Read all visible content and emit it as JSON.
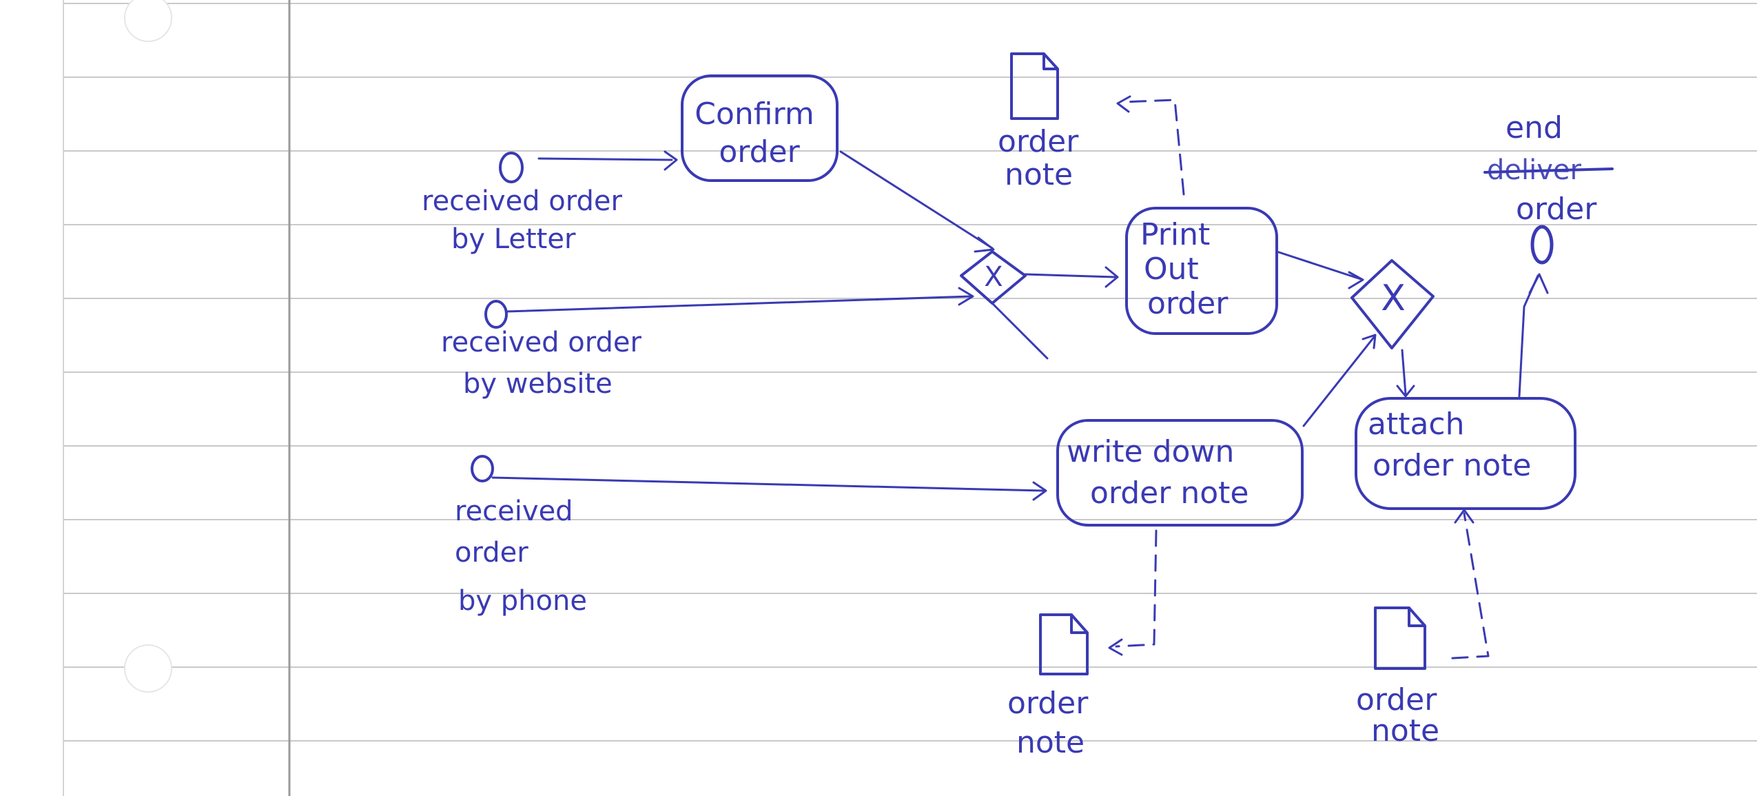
{
  "ink_color": "#3a3ab4",
  "paper": {
    "background": "#ffffff",
    "rule_color": "#c9c9c9",
    "margin_color": "#9a9a9a",
    "hole_color": "#ffffff"
  },
  "events": {
    "start_letter": {
      "label_lines": [
        "received order",
        "by Letter"
      ]
    },
    "start_website": {
      "label_lines": [
        "received order",
        "by website"
      ]
    },
    "start_phone": {
      "label_lines": [
        "received",
        "order",
        "by phone"
      ]
    },
    "end": {
      "label_lines": [
        "end",
        "deliver",
        "order"
      ],
      "struck_word": "deliver"
    }
  },
  "tasks": {
    "confirm": {
      "label_lines": [
        "Confirm",
        "order"
      ]
    },
    "print": {
      "label_lines": [
        "Print",
        "Out",
        "order"
      ]
    },
    "write": {
      "label_lines": [
        "write down",
        "order note"
      ]
    },
    "attach": {
      "label_lines": [
        "attach",
        "order note"
      ]
    }
  },
  "gateways": {
    "merge": {
      "symbol": "X"
    },
    "join": {
      "symbol": "X"
    }
  },
  "data_objects": {
    "note_top": {
      "label_lines": [
        "order",
        "note"
      ]
    },
    "note_bottom_left": {
      "label_lines": [
        "order",
        "note"
      ]
    },
    "note_bottom_right": {
      "label_lines": [
        "order",
        "note"
      ]
    }
  }
}
